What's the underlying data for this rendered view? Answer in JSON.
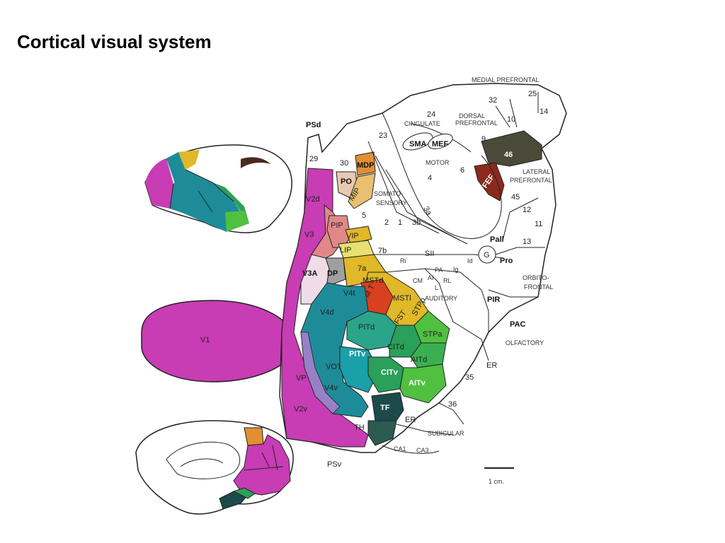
{
  "title": "Cortical visual system",
  "labels": {
    "medial_prefrontal": "MEDIAL PREFRONTAL",
    "a32": "32",
    "a25": "25",
    "a14": "14",
    "a24": "24",
    "a10": "10",
    "a9": "9",
    "cingulate": "CINGULATE",
    "dorsal": "DORSAL",
    "prefrontal": "PREFRONTAL",
    "a23": "23",
    "sma": "SMA",
    "mef": "MEF",
    "a46": "46",
    "motor": "MOTOR",
    "a6": "6",
    "a4": "4",
    "fef": "FEF",
    "lateral": "LATERAL",
    "prefrontal2": "PREFRONTAL",
    "a45": "45",
    "a12": "12",
    "a11": "11",
    "a13": "13",
    "pall": "Pall",
    "pro": "Pro",
    "g": "G",
    "orbito": "ORBITO-",
    "frontal": "FRONTAL",
    "pir": "PIR",
    "pac": "PAC",
    "olfactory": "OLFACTORY",
    "er": "ER",
    "a35": "35",
    "a36": "36",
    "er2": "ER",
    "subicular": "SUBICULAR",
    "ca1": "CA1",
    "ca3": "CA3",
    "psv": "PSv",
    "th": "TH",
    "tf": "TF",
    "psd": "PSd",
    "a29": "29",
    "a30": "30",
    "mdp": "MDP",
    "po": "PO",
    "mip": "MIP",
    "somato": "SOMATO-",
    "sensory": "SENSORY",
    "a5": "5",
    "a3a": "3a",
    "a2": "2",
    "a1": "1",
    "a3b": "3b",
    "pip": "PIP",
    "vip": "VIP",
    "lip": "LIP",
    "a7b": "7b",
    "sii": "SII",
    "ri": "Ri",
    "id": "Id",
    "ig": "Ig",
    "pa": "PA",
    "ai": "AI",
    "rl": "RL",
    "cm": "CM",
    "l": "L",
    "auditory": "AUDITORY",
    "a7a": "7a",
    "v3a": "V3A",
    "dp": "DP",
    "mstd": "MSTd",
    "mt": "M T",
    "msti": "MSTl",
    "stpp": "STPp",
    "fst": "FST",
    "v4t": "V4t",
    "v4d": "V4d",
    "pitd": "PITd",
    "stpa": "STPa",
    "citd": "CITd",
    "pitv": "PITv",
    "aitd": "AITd",
    "vot": "VOT",
    "citv": "CITv",
    "aitv": "AITv",
    "vp": "VP",
    "v4v": "V4v",
    "v2d": "V2d",
    "v3": "V3",
    "v2v": "V2v",
    "v1": "V1",
    "scale": "1 cm."
  },
  "colors": {
    "v1_v2": "#c83cb4",
    "v3": "#e08888",
    "v3a": "#f0dce8",
    "dorsal_yellow": "#e0b828",
    "mt": "#d84020",
    "mst": "#e87838",
    "v4_teal": "#1e8c98",
    "it_green": "#2aa05a",
    "it_light": "#50c040",
    "tf_dark": "#1c4a4a",
    "a46": "#4a4a38",
    "fef": "#8a2a1c",
    "mdp": "#e09030",
    "vot_purple": "#9880c8"
  }
}
